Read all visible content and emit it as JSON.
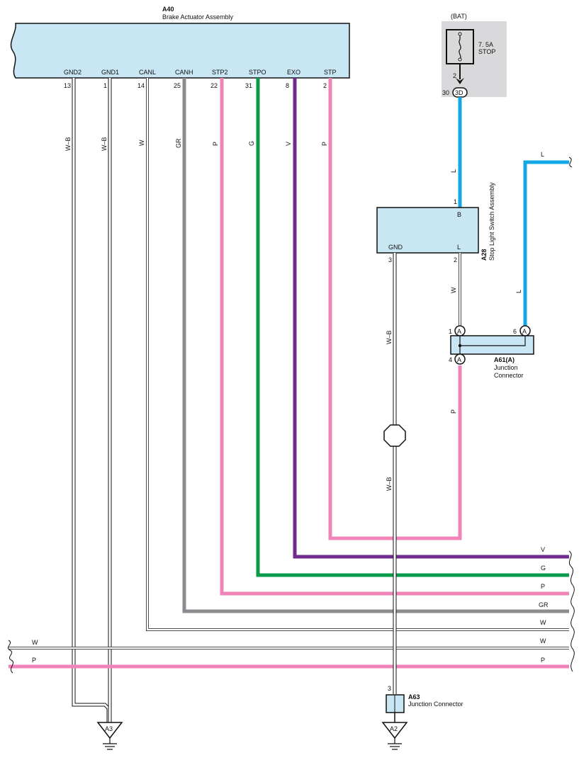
{
  "colors": {
    "component_fill": "#c8e6f4",
    "fuse_panel": "#d9d9db",
    "pink": "#f083b8",
    "green": "#0a9a4a",
    "violet": "#6f2c8f",
    "gray": "#8c8c90",
    "blue": "#12a8e6"
  },
  "brake_actuator": {
    "code": "A40",
    "name": "Brake Actuator Assembly",
    "terminals": [
      {
        "label": "GND2",
        "pin": "13",
        "wire": "W–B"
      },
      {
        "label": "GND1",
        "pin": "1",
        "wire": "W–B"
      },
      {
        "label": "CANL",
        "pin": "14",
        "wire": "W"
      },
      {
        "label": "CANH",
        "pin": "25",
        "wire": "GR"
      },
      {
        "label": "STP2",
        "pin": "22",
        "wire": "P"
      },
      {
        "label": "STPO",
        "pin": "31",
        "wire": "G"
      },
      {
        "label": "EXO",
        "pin": "8",
        "wire": "V"
      },
      {
        "label": "STP",
        "pin": "2",
        "wire": "P"
      }
    ]
  },
  "fuse": {
    "source": "(BAT)",
    "rating": "7. 5A",
    "name": "STOP",
    "pin_top": "2",
    "connector_pin": "30",
    "connector_code": "3D",
    "wire": "L"
  },
  "stop_light_switch": {
    "code": "A28",
    "name": "Stop Light Switch Assembly",
    "pin_b": "1",
    "label_b": "B",
    "label_gnd": "GND",
    "label_l": "L",
    "pin_gnd": "3",
    "pin_l": "2",
    "wire_l": "W",
    "wire_gnd": "W–B"
  },
  "junction_a61": {
    "code": "A61(A)",
    "name_line1": "Junction",
    "name_line2": "Connector",
    "pin1": "1",
    "pin4": "4",
    "pin6": "6",
    "connector_letter": "A",
    "wire_out": "P",
    "wire_in": "L"
  },
  "junction_a63": {
    "code": "A63",
    "name": "Junction Connector",
    "pin": "3",
    "wire": "W–B"
  },
  "grounds": {
    "left": "A3",
    "right": "A2"
  },
  "continuation_wires": [
    "V",
    "G",
    "P",
    "GR",
    "W",
    "W",
    "P"
  ],
  "left_edge_wires": [
    "W",
    "P"
  ],
  "top_right_wire": "L"
}
